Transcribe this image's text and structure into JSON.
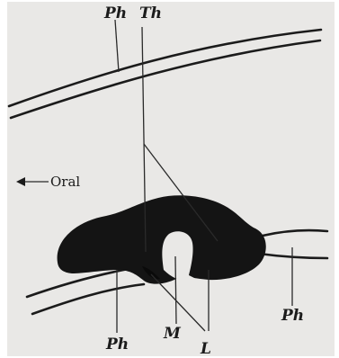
{
  "figure": {
    "labels": {
      "ph_top": "Ph",
      "th": "Th",
      "oral": "Oral",
      "ph_bottom_left": "Ph",
      "m": "M",
      "l": "L",
      "ph_bottom_right": "Ph"
    },
    "colors": {
      "background": "#e9e8e6",
      "ink": "#1b1b1b",
      "gland": "#141414",
      "lumen": "#e9e8e6"
    }
  }
}
